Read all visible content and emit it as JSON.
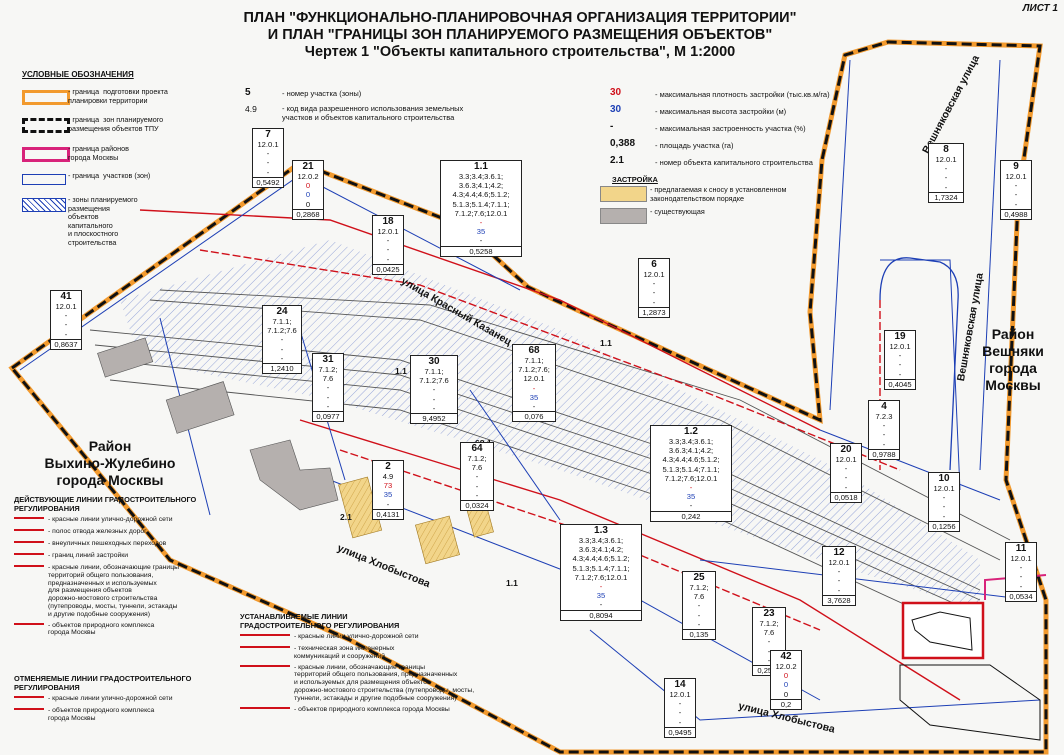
{
  "sheet_label": "ЛИСТ 1",
  "title": {
    "line1": "ПЛАН \"ФУНКЦИОНАЛЬНО-ПЛАНИРОВОЧНАЯ ОРГАНИЗАЦИЯ ТЕРРИТОРИИ\"",
    "line2": "И ПЛАН  \"ГРАНИЦЫ ЗОН ПЛАНИРУЕМОГО РАЗМЕЩЕНИЯ ОБЪЕКТОВ\"",
    "line3": "Чертеж 1 \"Объекты капитального строительства\", М 1:2000"
  },
  "legend": {
    "header": "УСЛОВНЫЕ ОБОЗНАЧЕНИЯ",
    "items": [
      {
        "label": "- граница  подготовки проекта\nпланировки территории",
        "color": "#f29a2e"
      },
      {
        "label": "- граница  зон планируемого\nразмещения объектов ТПУ",
        "color": "#111111"
      },
      {
        "label": "- граница районов\nгорода Москвы",
        "color": "#d8237a"
      },
      {
        "label": "- граница  участков (зон)",
        "color": "#1d3fb5"
      },
      {
        "label": "- зоны планируемого\nразмещения\nобъектов\nкапитального\nи плоскостного\nстроительства",
        "color": "#1d3fb5"
      }
    ],
    "keys": [
      {
        "sample": "5",
        "label": "- номер участка (зоны)"
      },
      {
        "sample": "4.9",
        "label": "- код вида разрешенного использования земельных\nучастков и объектов капитального строительства"
      }
    ],
    "keys_right": [
      {
        "sample": "30",
        "label": "- максимальная плотность застройки (тыс.кв.м/га)",
        "color": "#d0101a"
      },
      {
        "sample": "30",
        "label": "- максимальная высота застройки (м)",
        "color": "#1d3fb5"
      },
      {
        "sample": "-",
        "label": "- максимальная застроенность участка (%)",
        "color": "#111111"
      },
      {
        "sample": "0,388",
        "label": "- площадь участка (га)",
        "color": "#111111"
      },
      {
        "sample": "2.1",
        "label": "- номер объекта капитального строительства",
        "color": "#111111"
      }
    ],
    "build_header": "ЗАСТРОЙКА",
    "build": [
      {
        "label": "- предлагаемая к сносу в установленном\nзаконодательством порядке",
        "color": "#f2d58a"
      },
      {
        "label": "- существующая",
        "color": "#b5b0ae"
      }
    ]
  },
  "legend_bottom": {
    "header1": "ДЕЙСТВУЮЩИЕ ЛИНИИ ГРАДОСТРОИТЕЛЬНОГО\nРЕГУЛИРОВАНИЯ",
    "items1": [
      "- красные линии улично-дорожной сети",
      "- полос отвода железных дорог",
      "- внеуличных пешеходных переходов",
      "- границ линий застройки",
      "- красные линии, обозначающие границы\nтерриторий общего пользования,\nпредназначенных и используемых\nдля размещения объектов\nдорожно-мостового строительства\n(путепроводы, мосты, туннели, эстакады\nи другие подобные сооружения)",
      "- объектов природного комплекса\nгорода Москвы"
    ],
    "header2": "ОТМЕНЯЕМЫЕ ЛИНИИ ГРАДОСТРОИТЕЛЬНОГО\nРЕГУЛИРОВАНИЯ",
    "items2": [
      "- красные линии улично-дорожной сети",
      "- объектов природного комплекса\nгорода Москвы"
    ],
    "header3": "УСТАНАВЛИВАЕМЫЕ ЛИНИИ\nГРАДОСТРОИТЕЛЬНОГО РЕГУЛИРОВАНИЯ",
    "items3": [
      "- красные линии улично-дорожной сети",
      "- техническая зона инженерных\nкоммуникаций и сооружений",
      "- красные линии, обозначающие границы\nтерриторий общего пользования, предназначенных\nи используемых для размещения объектов\nдорожно-мостового строительства (путепроводы, мосты,\nтуннели, эстакады и другие подобные сооружения)",
      "- объектов природного комплекса города Москвы"
    ]
  },
  "districts": {
    "vykhino": "Район\nВыхино-Жулебино\nгорода Москвы",
    "veshnyaki": "Район\nВешняки\nгорода\nМосквы"
  },
  "streets": {
    "krasny_kazanets": "улица Красный Казанец",
    "khlobystova1": "улица Хлобыстова",
    "khlobystova2": "улица Хлобыстова",
    "veshnyakovskaya1": "Вешняковская улица",
    "veshnyakovskaya2": "Вешняковская улица"
  },
  "zone_labels": [
    "1.1",
    "1.1",
    "1.1",
    "2.1",
    "68.1"
  ],
  "parcels": [
    {
      "id": "p7",
      "num": "7",
      "code": "12.0.1",
      "dots": [
        "-",
        "-",
        "-"
      ],
      "area": "0,5492"
    },
    {
      "id": "p21",
      "num": "21",
      "code": "12.0.2",
      "red": "0",
      "blue": "0",
      "dots": [
        "0"
      ],
      "area": "0,2868"
    },
    {
      "id": "p18",
      "num": "18",
      "code": "12.0.1",
      "dots": [
        "-",
        "-",
        "-"
      ],
      "area": "0,0425"
    },
    {
      "id": "p1_1",
      "num": "1.1",
      "code": "3.3;3.4;3.6.1;\n3.6.3;4.1;4.2;\n4.3;4.4;4.6;5.1.2;\n5.1.3;5.1.4;7.1.1;\n7.1.2;7.6;12.0.1",
      "red": "-",
      "blue": "35",
      "dots": [
        "-"
      ],
      "area": "0,5258"
    },
    {
      "id": "p6",
      "num": "6",
      "code": "12.0.1",
      "dots": [
        "-",
        "-",
        "-"
      ],
      "area": "1,2873"
    },
    {
      "id": "p8",
      "num": "8",
      "code": "12.0.1",
      "dots": [
        "-",
        "-",
        "-"
      ],
      "area": "1,7324"
    },
    {
      "id": "p9",
      "num": "9",
      "code": "12.0.1",
      "dots": [
        "-",
        "-",
        "-"
      ],
      "area": "0,4988"
    },
    {
      "id": "p41",
      "num": "41",
      "code": "12.0.1",
      "dots": [
        "-",
        "-",
        "-"
      ],
      "area": "0,8637"
    },
    {
      "id": "p24",
      "num": "24",
      "code": "7.1.1;\n7.1.2;7.6",
      "dots": [
        "-",
        "-",
        "-"
      ],
      "area": "1,2410"
    },
    {
      "id": "p31",
      "num": "31",
      "code": "7.1.2;\n7.6",
      "dots": [
        "-",
        "-",
        "-"
      ],
      "area": "0,0977"
    },
    {
      "id": "p30",
      "num": "30",
      "code": "7.1.1;\n7.1.2;7.6",
      "dots": [
        "-",
        "-",
        "-"
      ],
      "area": "9,4952"
    },
    {
      "id": "p68",
      "num": "68",
      "code": "7.1.1;\n7.1.2;7.6;\n12.0.1",
      "red": "-",
      "blue": "35",
      "dots": [
        "-"
      ],
      "area": "0,076"
    },
    {
      "id": "p19",
      "num": "19",
      "code": "12.0.1",
      "dots": [
        "-",
        "-",
        "-"
      ],
      "area": "0,4045"
    },
    {
      "id": "p4",
      "num": "4",
      "code": "7.2.3",
      "dots": [
        "-",
        "-",
        "-"
      ],
      "area": "0,9788"
    },
    {
      "id": "p1_2",
      "num": "1.2",
      "code": "3.3;3.4;3.6.1;\n3.6.3;4.1;4.2;\n4.3;4.4;4.6;5.1.2;\n5.1.3;5.1.4;7.1.1;\n7.1.2;7.6;12.0.1",
      "red": "-",
      "blue": "35",
      "dots": [
        "-"
      ],
      "area": "0,242"
    },
    {
      "id": "p20",
      "num": "20",
      "code": "12.0.1",
      "dots": [
        "-",
        "-",
        "-"
      ],
      "area": "0,0518"
    },
    {
      "id": "p10",
      "num": "10",
      "code": "12.0.1",
      "dots": [
        "-",
        "-",
        "-"
      ],
      "area": "0,1256"
    },
    {
      "id": "p2",
      "num": "2",
      "code": "4.9",
      "red": "73",
      "blue": "35",
      "dots": [
        "-"
      ],
      "area": "0,4131"
    },
    {
      "id": "p64",
      "num": "64",
      "code": "7.1.2;\n7.6",
      "dots": [
        "-",
        "-",
        "-"
      ],
      "area": "0,0324"
    },
    {
      "id": "p1_3",
      "num": "1.3",
      "code": "3.3;3.4;3.6.1;\n3.6.3;4.1;4.2;\n4.3;4.4;4.6;5.1.2;\n5.1.3;5.1.4;7.1.1;\n7.1.2;7.6;12.0.1",
      "red": "-",
      "blue": "35",
      "dots": [
        "-"
      ],
      "area": "0,8094"
    },
    {
      "id": "p25",
      "num": "25",
      "code": "7.1.2;\n7.6",
      "dots": [
        "-",
        "-",
        "-"
      ],
      "area": "0,135"
    },
    {
      "id": "p23",
      "num": "23",
      "code": "7.1.2;\n7.6",
      "dots": [
        "-",
        "-",
        "-"
      ],
      "area": "0,2546"
    },
    {
      "id": "p12",
      "num": "12",
      "code": "12.0.1",
      "dots": [
        "-",
        "-",
        "-"
      ],
      "area": "3,7628"
    },
    {
      "id": "p11",
      "num": "11",
      "code": "12.0.1",
      "dots": [
        "-",
        "-",
        "-"
      ],
      "area": "0,0534"
    },
    {
      "id": "p42",
      "num": "42",
      "code": "12.0.2",
      "red": "0",
      "blue": "0",
      "dots": [
        "0"
      ],
      "area": "0,2"
    },
    {
      "id": "p14",
      "num": "14",
      "code": "12.0.1",
      "dots": [
        "-",
        "-",
        "-"
      ],
      "area": "0,9495"
    }
  ],
  "colors": {
    "boundary_orange": "#f29a2e",
    "zone_black": "#111111",
    "district_magenta": "#d8237a",
    "parcel_blue": "#1d3fb5",
    "red_line": "#d0101a",
    "demolish": "#f2d58a",
    "existing": "#b5b0ae"
  }
}
